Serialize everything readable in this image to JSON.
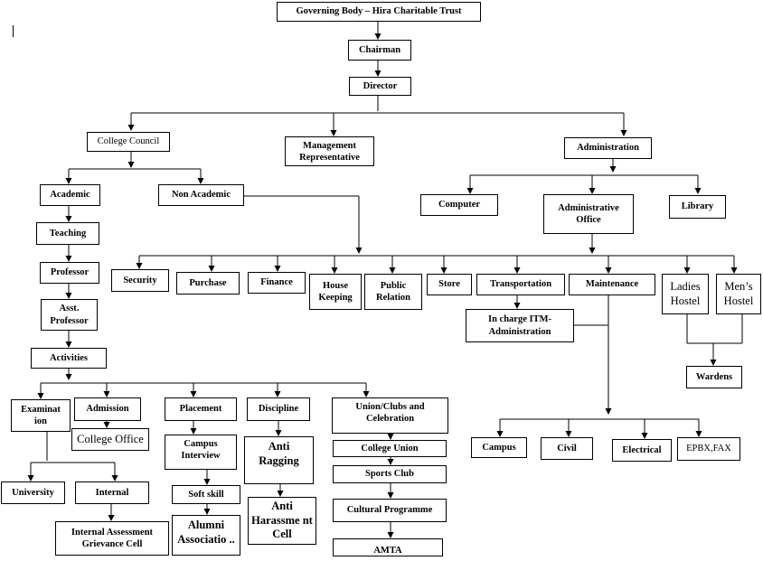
{
  "nodes": {
    "governing_body": "Governing Body – Hira Charitable Trust",
    "chairman": "Chairman",
    "director": "Director",
    "college_council": "College Council",
    "management_representative": "Management Representative",
    "administration": "Administration",
    "academic": "Academic",
    "non_academic": "Non Academic",
    "computer": "Computer",
    "administrative_office": "Administrative Office",
    "library": "Library",
    "teaching": "Teaching",
    "professor": "Professor",
    "asst_professor": "Asst. Professor",
    "activities": "Activities",
    "security": "Security",
    "purchase": "Purchase",
    "finance": "Finance",
    "house_keeping": "House Keeping",
    "public_relation": "Public Relation",
    "store": "Store",
    "transportation": "Transportation",
    "maintenance": "Maintenance",
    "ladies_hostel": "Ladies Hostel",
    "mens_hostel": "Men’s Hostel",
    "in_charge_itm": "In charge ITM-Administration",
    "wardens": "Wardens",
    "examination": "Examinat ion",
    "admission": "Admission",
    "college_office": "College Office",
    "placement": "Placement",
    "campus_interview": "Campus Interview",
    "soft_skill": "Soft skill",
    "alumni_association": "Alumni Associatio ..",
    "discipline": "Discipline",
    "anti_ragging": "Anti Ragging",
    "anti_harassment_cell": "Anti Harassme nt Cell",
    "union_clubs": "Union/Clubs and Celebration",
    "college_union": "College Union",
    "sports_club": "Sports Club",
    "cultural_programme": "Cultural Programme",
    "amta": "AMTA",
    "university": "University",
    "internal": "Internal",
    "internal_assessment": "Internal Assessment Grievance Cell",
    "campus": "Campus",
    "civil": "Civil",
    "electrical": "Electrical",
    "epbx_fax": "EPBX,FAX"
  }
}
